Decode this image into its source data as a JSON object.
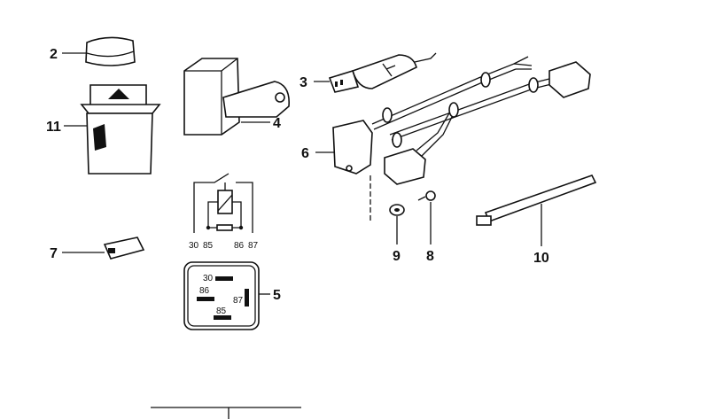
{
  "callouts": {
    "part_2": "2",
    "part_11": "11",
    "part_7": "7",
    "part_3": "3",
    "part_4": "4",
    "part_6": "6",
    "part_5": "5",
    "part_9": "9",
    "part_8": "8",
    "part_10": "10"
  },
  "relay_schematic": {
    "pins": [
      "30",
      "85",
      "86",
      "87"
    ]
  },
  "relay_socket": {
    "pins": [
      "30",
      "86",
      "87",
      "85"
    ]
  }
}
